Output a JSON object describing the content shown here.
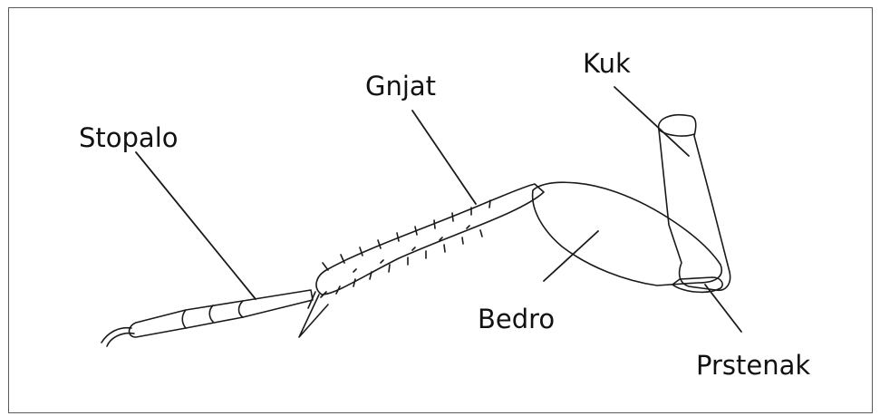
{
  "labels": {
    "stopalo": "Stopalo",
    "gnjat": "Gnjat",
    "kuk": "Kuk",
    "bedro": "Bedro",
    "prstenak": "Prstenak"
  },
  "colors": {
    "line": "#1a1a1a",
    "border": "#5a5a5a"
  }
}
